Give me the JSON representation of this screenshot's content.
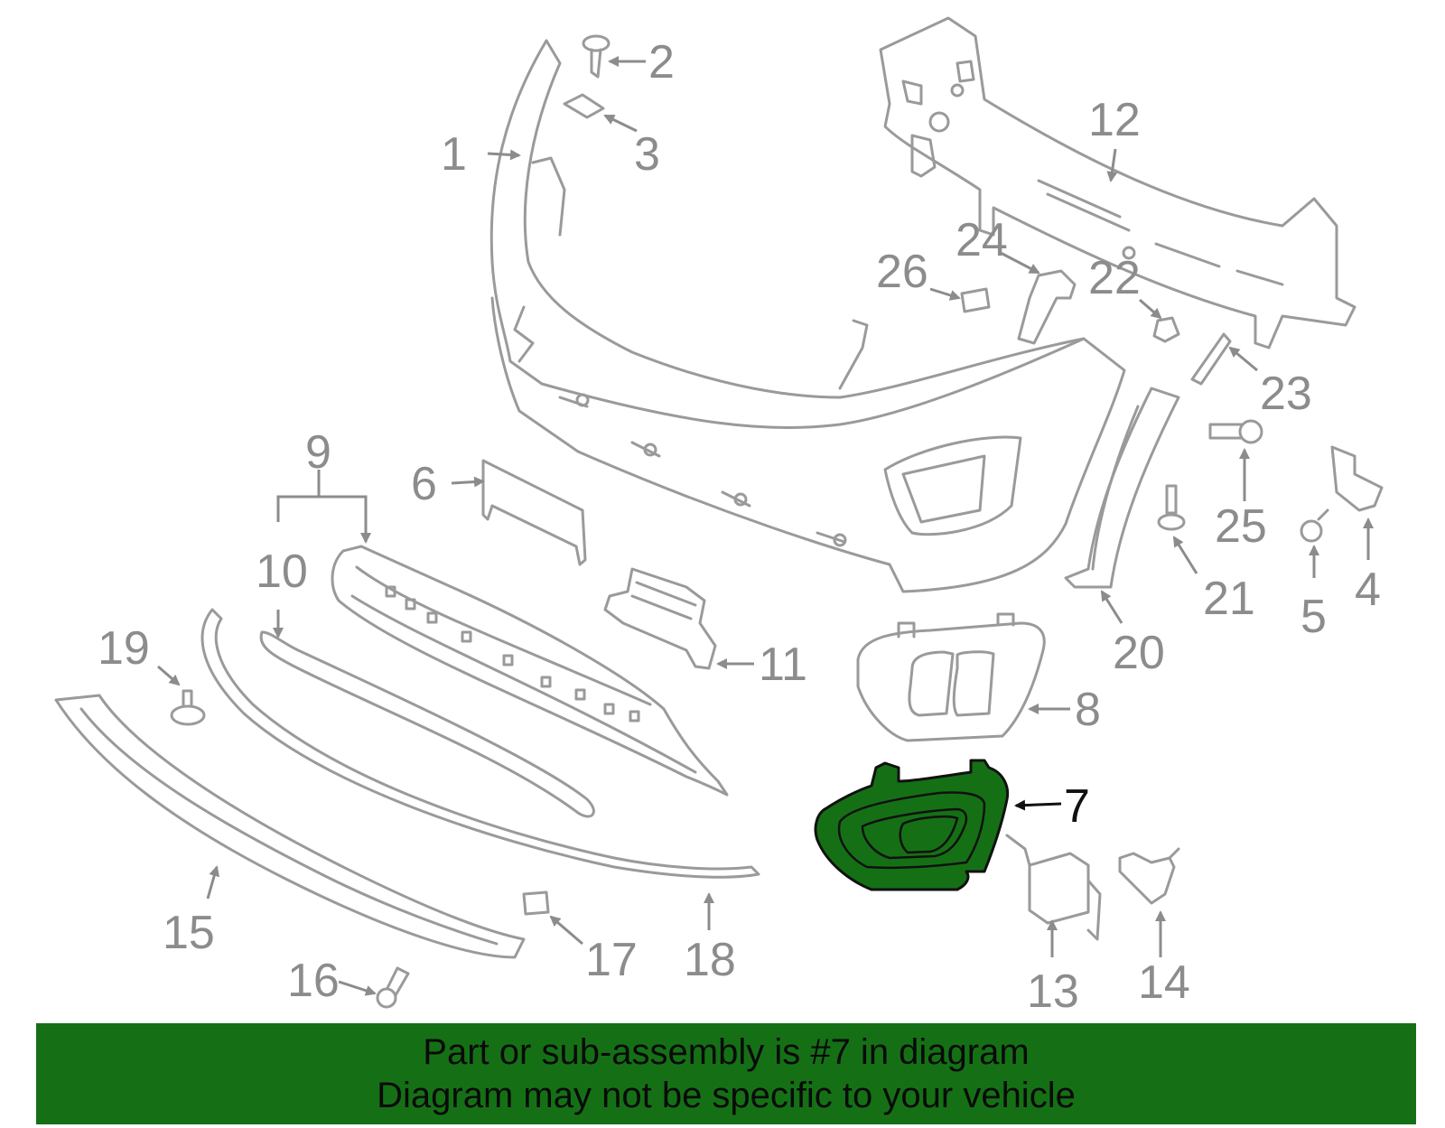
{
  "diagram": {
    "highlighted_part": "7",
    "highlight_color": "#157015",
    "callouts": [
      "1",
      "2",
      "3",
      "4",
      "5",
      "6",
      "7",
      "8",
      "9",
      "10",
      "11",
      "12",
      "13",
      "14",
      "15",
      "16",
      "17",
      "18",
      "19",
      "20",
      "21",
      "22",
      "23",
      "24",
      "25",
      "26"
    ]
  },
  "banner": {
    "line1": "Part or sub-assembly is #7 in diagram",
    "line2": "Diagram may not be specific to your vehicle",
    "background": "#157015"
  }
}
